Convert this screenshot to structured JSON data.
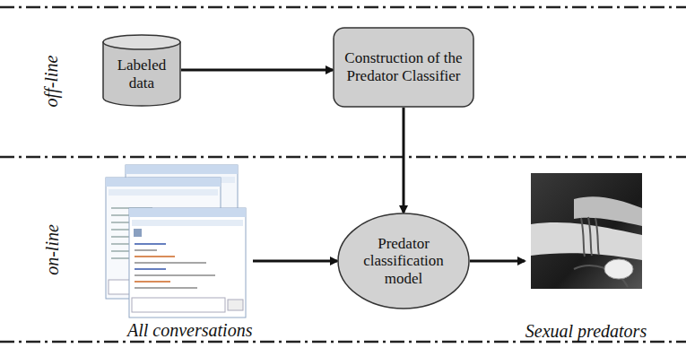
{
  "diagram": {
    "nodes": [
      {
        "text": [
          "Labeled data"
        ]
      },
      {
        "text": [
          "Construction of the Predator Classifier"
        ]
      },
      {
        "text": [
          "Predator classification model"
        ]
      },
      {
        "text": [
          "All conversations"
        ]
      },
      {
        "text": [
          "Sexual predators"
        ]
      }
    ],
    "edges": [
      {
        "from": 0,
        "to": 1,
        "arrow": "to"
      },
      {
        "from": 1,
        "to": 2,
        "arrow": "to"
      },
      {
        "from": 3,
        "to": 2,
        "arrow": "to"
      },
      {
        "from": 2,
        "to": 4,
        "arrow": "to"
      }
    ],
    "labels": [
      "off-line",
      "on-line"
    ]
  }
}
